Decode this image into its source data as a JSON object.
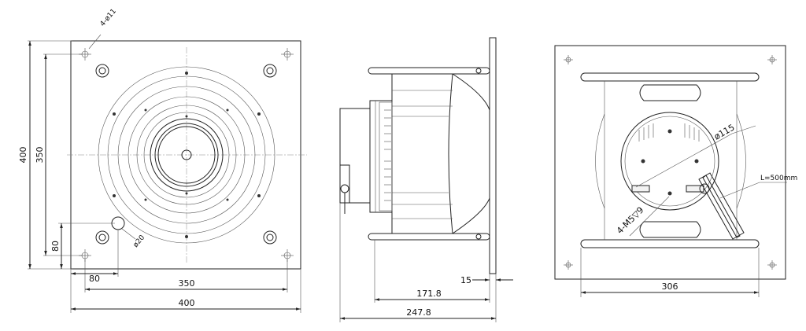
{
  "front_view": {
    "dim_height_overall": "400",
    "dim_height_holes": "350",
    "dim_height_outlet": "80",
    "dim_width_outlet": "80",
    "dim_width_holes": "350",
    "dim_width_overall": "400",
    "hole_callout": "4-ø11",
    "outlet_callout": "ø20"
  },
  "side_view": {
    "dim_flange": "15",
    "dim_depth": "171.8",
    "dim_total": "247.8"
  },
  "rear_view": {
    "dim_motor_diameter": "ø115",
    "dim_cable": "L=500mm",
    "dim_thread": "4-M5▽9",
    "dim_width": "306"
  }
}
